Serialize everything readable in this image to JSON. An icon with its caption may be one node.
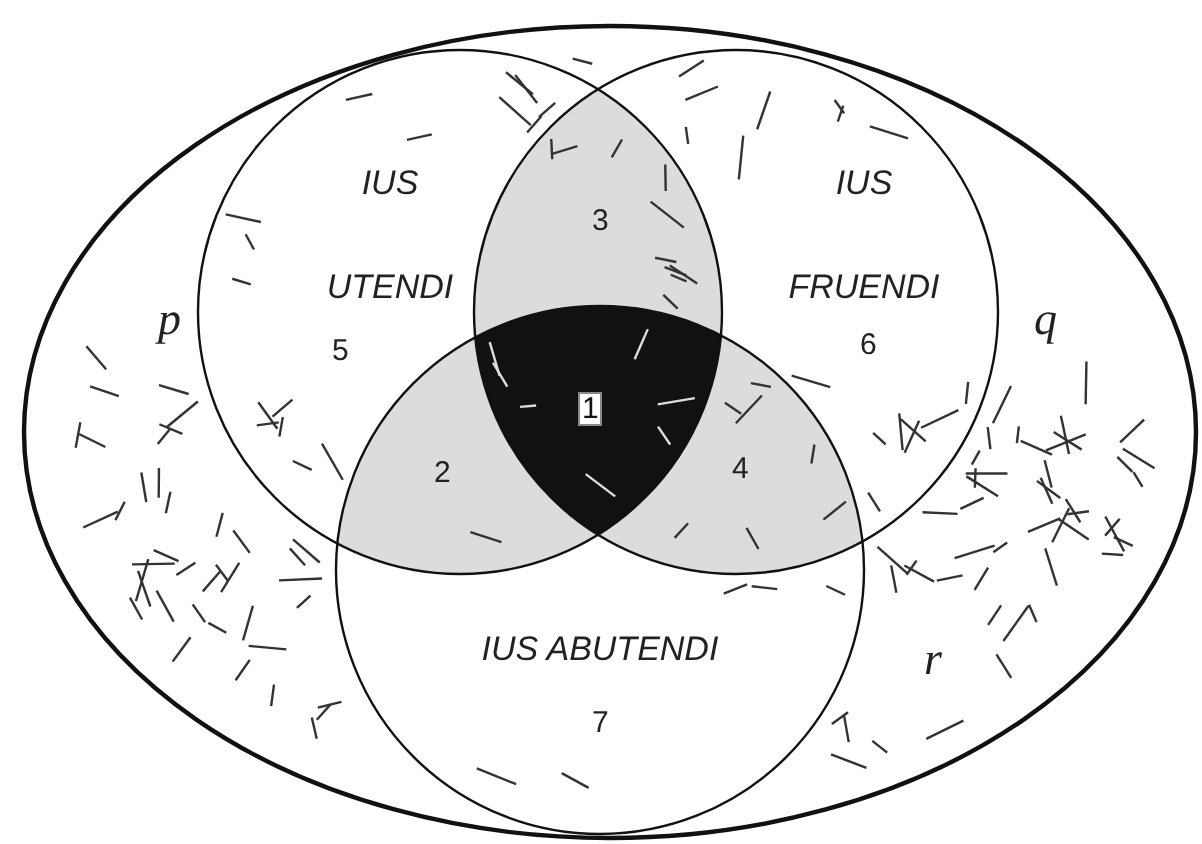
{
  "diagram": {
    "nodes": [
      {
        "text": [],
        "shape": "ellipse"
      },
      {
        "text": [
          "IUS UTENDI"
        ],
        "in": 0,
        "beside": [
          "p"
        ]
      },
      {
        "text": [
          "IUS FRUENDI"
        ],
        "in": 0,
        "beside": [
          "q"
        ]
      },
      {
        "text": [
          "IUS ABUTENDI"
        ],
        "in": 0,
        "beside": [
          "r"
        ]
      }
    ],
    "labels": [
      "3",
      "5",
      "6",
      "1",
      "2",
      "4",
      "7"
    ]
  }
}
